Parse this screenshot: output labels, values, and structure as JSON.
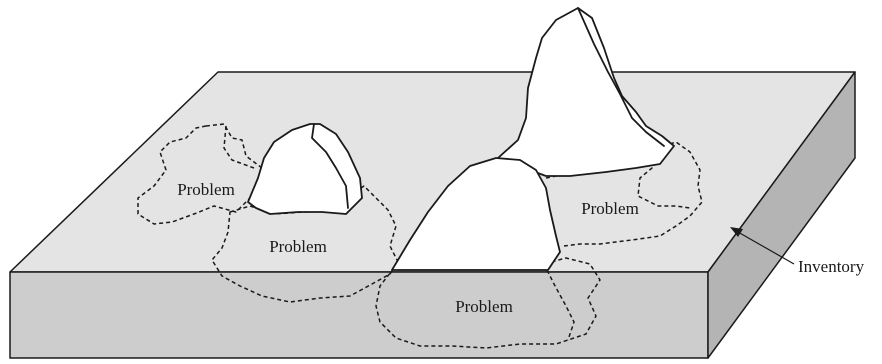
{
  "diagram": {
    "labels": {
      "problem_1": "Problem",
      "problem_2": "Problem",
      "problem_3": "Problem",
      "problem_4": "Problem",
      "inventory": "Inventory"
    },
    "colors": {
      "slab_top": "#e4e4e4",
      "slab_front": "#cdcdcd",
      "slab_side": "#b4b4b4",
      "outline": "#1a1a1a",
      "rock_fill": "#ffffff"
    }
  }
}
